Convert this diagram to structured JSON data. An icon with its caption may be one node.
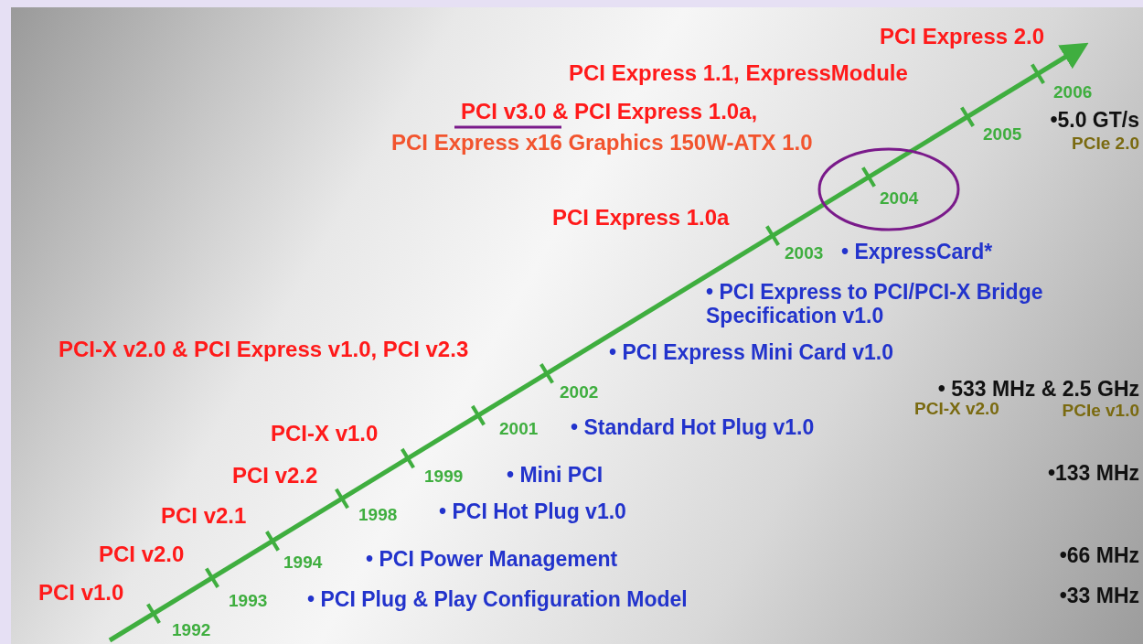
{
  "diagram": {
    "labels": [
      "PCI Express 2.0",
      "2006",
      "PCI Express 1.1, ExpressModule",
      "•5.0 GT/s",
      "PCI v3.0 & PCI Express 1.0a,",
      "2005",
      "PCIe 2.0",
      "PCI Express x16 Graphics 150W-ATX 1.0",
      "2004",
      "PCI Express 1.0a",
      "2003",
      "• ExpressCard*",
      "• PCI Express to PCI/PCI-X Bridge Specification v1.0",
      "PCI-X v2.0 & PCI Express v1.0, PCI v2.3",
      "• PCI Express Mini Card v1.0",
      "• 533 MHz & 2.5 GHz",
      "PCI-X v2.0",
      "PCIe v1.0",
      "2002",
      "2001",
      "• Standard Hot Plug v1.0",
      "PCI-X v1.0",
      "•133 MHz",
      "PCI v2.2",
      "1999",
      "• Mini PCI",
      "PCI v2.1",
      "1998",
      "• PCI Hot Plug v1.0",
      "PCI v2.0",
      "1994",
      "• PCI Power Management",
      "•66 MHz",
      "PCI v1.0",
      "1993",
      "• PCI Plug & Play Configuration Model",
      "•33 MHz",
      "1992"
    ]
  }
}
